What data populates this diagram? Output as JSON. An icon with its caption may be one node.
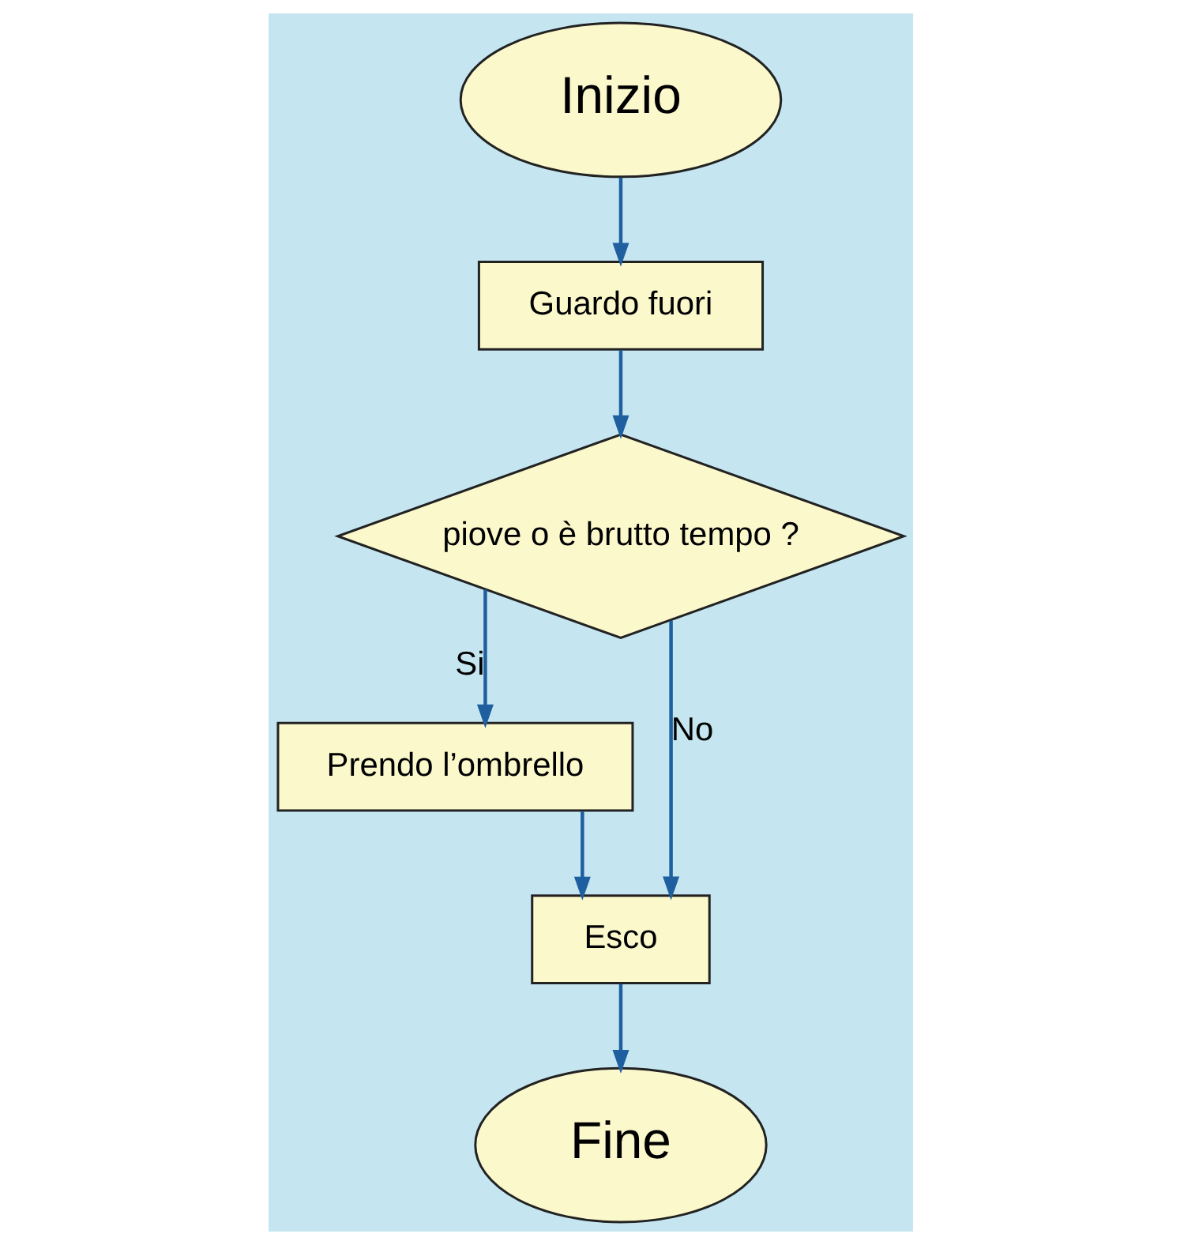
{
  "diagram": {
    "nodes": [
      {
        "text": [
          "Inizio"
        ]
      },
      {
        "text": [
          "Guardo fuori"
        ]
      },
      {
        "text": [
          "piove o è brutto tempo ?"
        ]
      },
      {
        "text": [
          "Prendo l’ombrello"
        ]
      },
      {
        "text": [
          "Esco"
        ]
      },
      {
        "text": [
          "Fine"
        ]
      }
    ],
    "edges": [
      {
        "from": 0,
        "to": 1,
        "arrow": "to"
      },
      {
        "from": 1,
        "to": 2,
        "arrow": "to"
      },
      {
        "from": 2,
        "to": 3,
        "arrow": "to",
        "label": "Si"
      },
      {
        "from": 2,
        "to": 4,
        "arrow": "to",
        "label": "No"
      },
      {
        "from": 3,
        "to": 4,
        "arrow": "to"
      },
      {
        "from": 4,
        "to": 5,
        "arrow": "to"
      }
    ]
  }
}
